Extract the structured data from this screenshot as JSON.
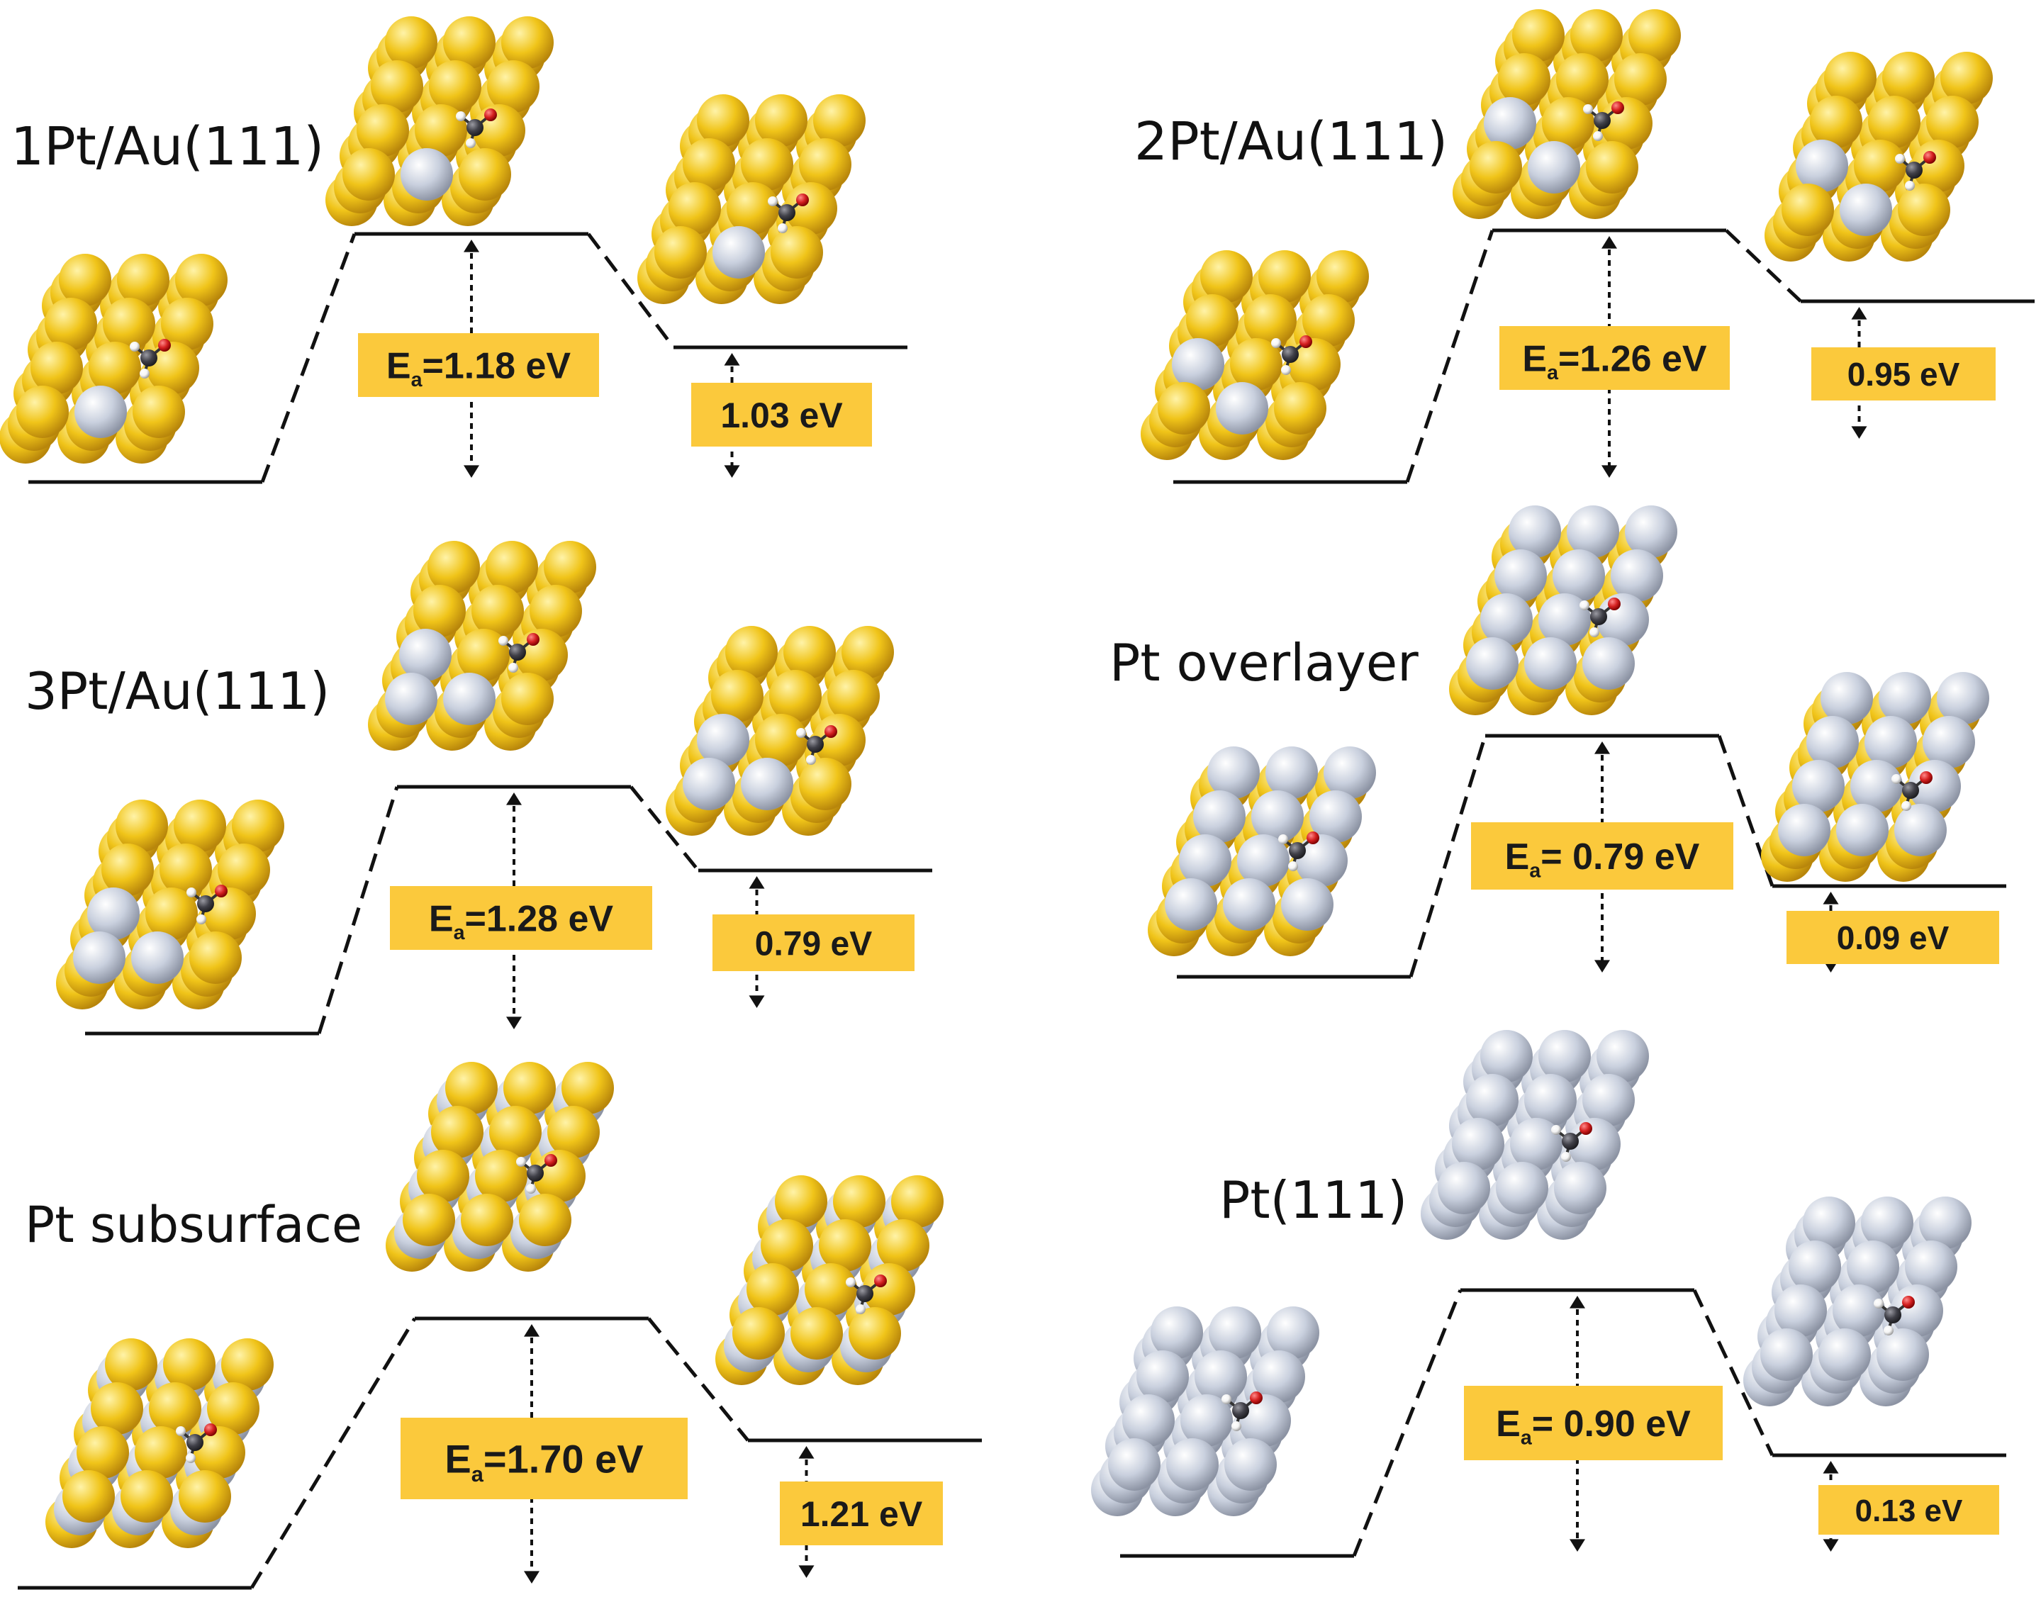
{
  "colors": {
    "gold_atom": "#f0c419",
    "pt_atom": "#c9d0de",
    "label_box": "#fbc93c",
    "carbon": "#404048",
    "oxygen": "#d42020",
    "hydrogen": "#f4f4f4",
    "line": "#111111"
  },
  "panels": [
    {
      "title": "1Pt/Au(111)",
      "barrier_label": "E",
      "barrier_sub": "a",
      "barrier_value": "=1.18 eV",
      "final_label": "1.03 eV"
    },
    {
      "title": "2Pt/Au(111)",
      "barrier_label": "E",
      "barrier_sub": "a",
      "barrier_value": "=1.26 eV",
      "final_label": "0.95 eV"
    },
    {
      "title": "3Pt/Au(111)",
      "barrier_label": "E",
      "barrier_sub": "a",
      "barrier_value": "=1.28 eV",
      "final_label": "0.79 eV"
    },
    {
      "title": "Pt overlayer",
      "barrier_label": "E",
      "barrier_sub": "a",
      "barrier_value": "= 0.79 eV",
      "final_label": "0.09 eV"
    },
    {
      "title": "Pt subsurface",
      "barrier_label": "E",
      "barrier_sub": "a",
      "barrier_value": "=1.70 eV",
      "final_label": "1.21 eV"
    },
    {
      "title": "Pt(111)",
      "barrier_label": "E",
      "barrier_sub": "a",
      "barrier_value": "= 0.90 eV",
      "final_label": "0.13 eV"
    }
  ]
}
